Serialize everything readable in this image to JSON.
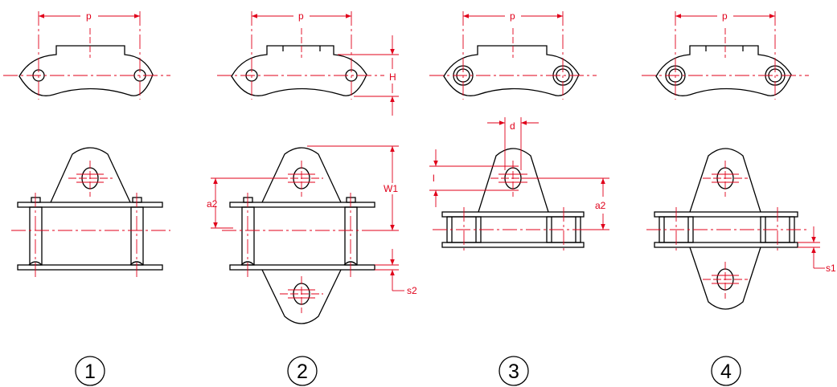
{
  "colors": {
    "outline": "#000000",
    "dimension": "#e0001a",
    "background": "#ffffff"
  },
  "labels": {
    "pitch": "p",
    "plate_height": "H",
    "hole_diameter": "d",
    "hole_offset": "l",
    "hole_height": "a2",
    "width": "W1",
    "gap_lower": "s2",
    "gap_upper": "s1"
  },
  "variants": [
    {
      "number": "1"
    },
    {
      "number": "2"
    },
    {
      "number": "3"
    },
    {
      "number": "4"
    }
  ]
}
